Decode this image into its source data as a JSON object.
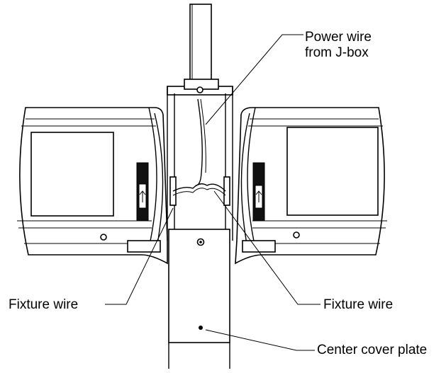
{
  "labels": {
    "power_wire": "Power wire\nfrom J-box",
    "fixture_wire_left": "Fixture wire",
    "fixture_wire_right": "Fixture wire",
    "center_cover_plate": "Center cover plate"
  }
}
